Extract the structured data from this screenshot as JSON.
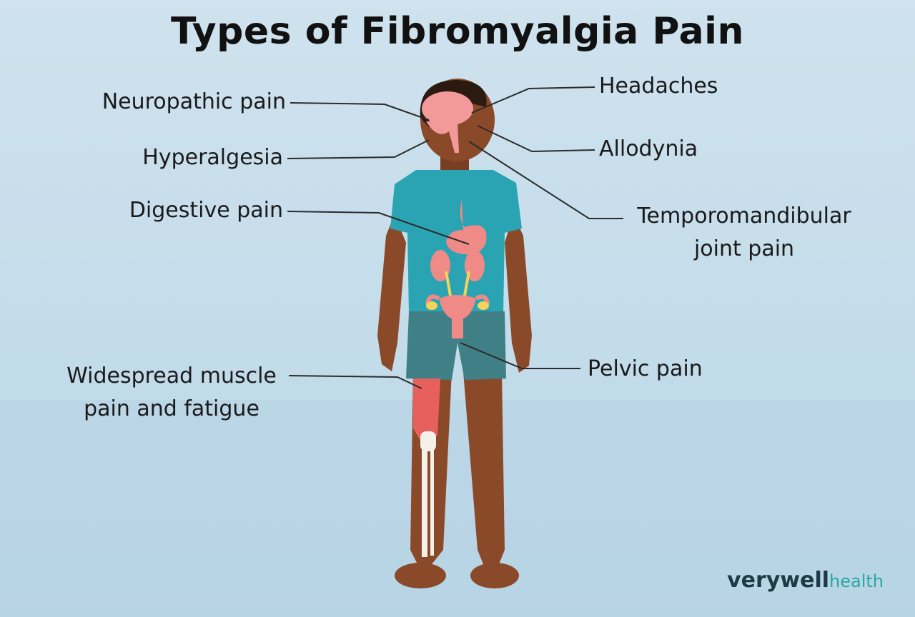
{
  "title": "Types of Fibromyalgia Pain",
  "labels": {
    "neuropathic": "Neuropathic pain",
    "hyperalgesia": "Hyperalgesia",
    "digestive": "Digestive pain",
    "widespread_1": "Widespread muscle",
    "widespread_2": "pain and fatigue",
    "headaches": "Headaches",
    "allodynia": "Allodynia",
    "tmj_1": "Temporomandibular",
    "tmj_2": "joint pain",
    "pelvic": "Pelvic pain"
  },
  "brand": {
    "part1": "verywell",
    "part2": "health"
  },
  "colors": {
    "skin": "#8a4a2a",
    "shirt": "#2aa3b3",
    "shorts": "#3f7f86",
    "organ": "#ef8a86",
    "brain": "#f29a9a",
    "hair": "#2b1a10",
    "bone": "#f4f1ea",
    "muscle": "#e8605e",
    "leader_line": "#2b2b2b"
  }
}
